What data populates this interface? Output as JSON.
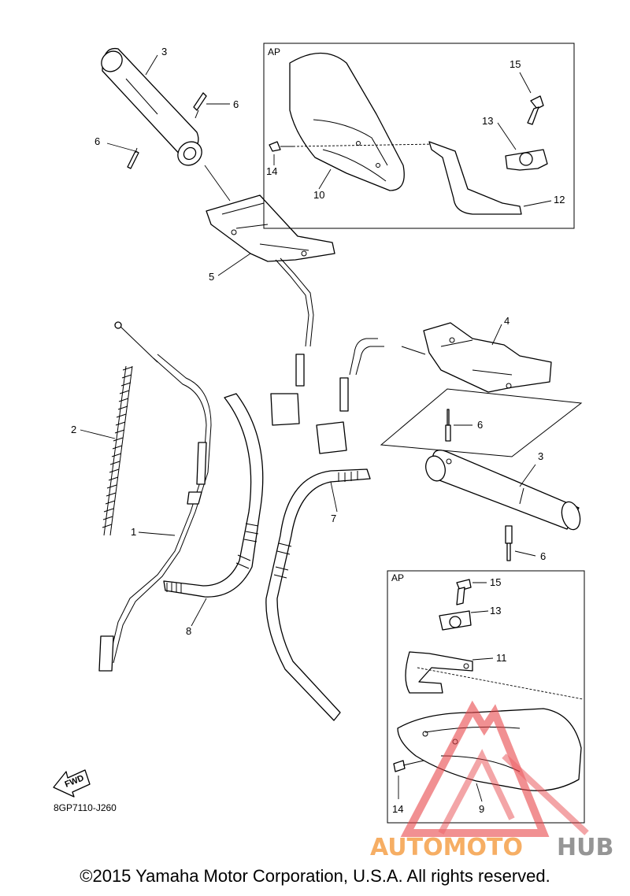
{
  "diagram": {
    "labels": {
      "l1": "1",
      "l2": "2",
      "l3a": "3",
      "l3b": "3",
      "l4": "4",
      "l5": "5",
      "l6a": "6",
      "l6b": "6",
      "l6c": "6",
      "l6d": "6",
      "l7": "7",
      "l8": "8",
      "l9": "9",
      "l10": "10",
      "l11": "11",
      "l12": "12",
      "l13a": "13",
      "l13b": "13",
      "l14a": "14",
      "l14b": "14",
      "l15a": "15",
      "l15b": "15"
    },
    "inset_top_tag": "AP",
    "inset_bottom_tag": "AP",
    "fwd_label": "FWD",
    "drawing_code": "8GP7110-J260"
  },
  "watermark": {
    "text_a": "AUTOMOTO",
    "text_b": "HUB"
  },
  "footer": {
    "copyright": "©2015 Yamaha Motor Corporation, U.S.A. All rights reserved."
  }
}
